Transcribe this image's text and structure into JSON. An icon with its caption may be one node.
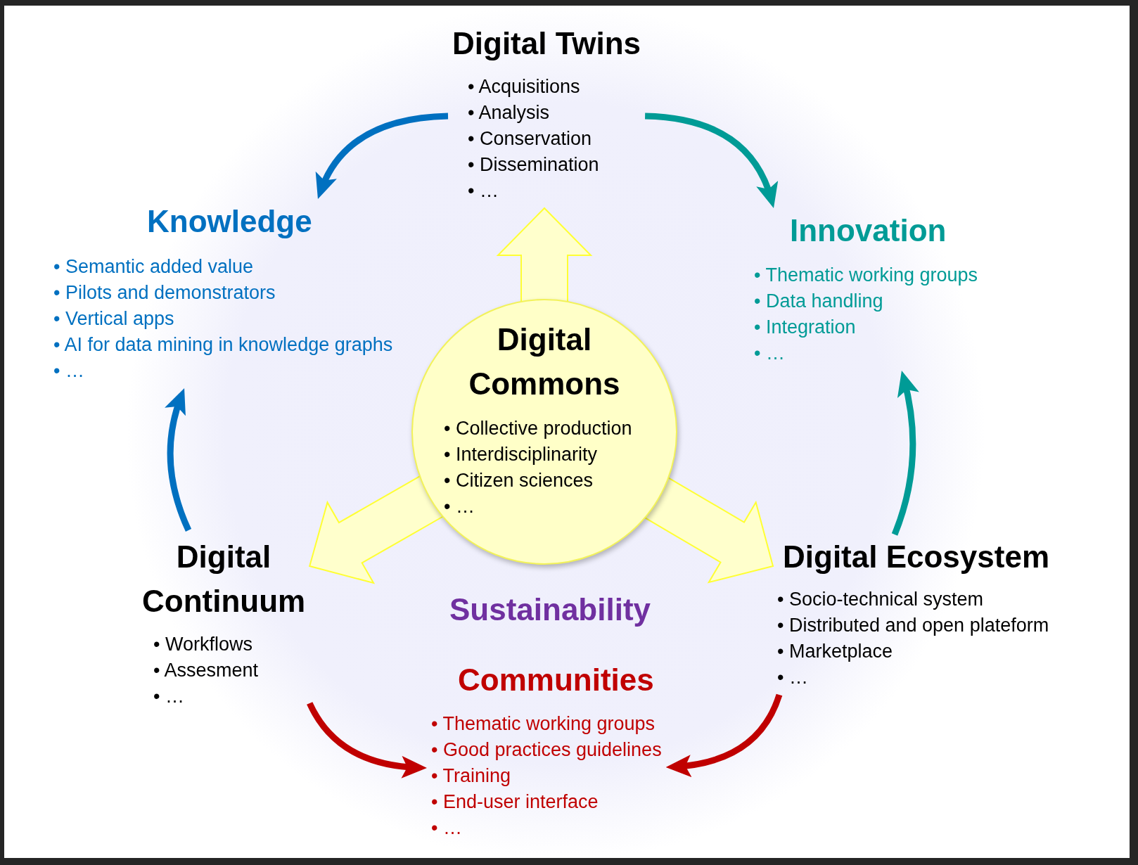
{
  "diagram": {
    "nodes": [
      {
        "text": [
          "Digital Twins",
          "• Acquisitions",
          "• Analysis",
          "• Conservation",
          "• Dissemination",
          "• …"
        ]
      },
      {
        "text": [
          "Knowledge",
          "• Semantic added value",
          "• Pilots and demonstrators",
          "• Vertical apps",
          "• AI for data mining in knowledge graphs",
          "• …"
        ]
      },
      {
        "text": [
          "Innovation",
          "• Thematic working groups",
          "• Data handling",
          "• Integration",
          "• …"
        ]
      },
      {
        "text": [
          "Digital Commons",
          "• Collective production",
          "• Interdisciplinarity",
          "• Citizen sciences",
          "• …"
        ]
      },
      {
        "text": [
          "Digital Continuum",
          "• Workflows",
          "• Assesment",
          "• …"
        ]
      },
      {
        "text": [
          "Digital Ecosystem",
          "• Socio-technical system",
          "• Distributed and open plateform",
          "• Marketplace",
          "• …"
        ]
      },
      {
        "text": [
          "Communities",
          "• Thematic working groups",
          "• Good practices guidelines",
          "• Training",
          "• End-user interface",
          "• …"
        ]
      }
    ],
    "edges": [
      {
        "from": 0,
        "to": 1,
        "arrow": "to",
        "color": "#0070c0"
      },
      {
        "from": 0,
        "to": 2,
        "arrow": "to",
        "color": "#009b96"
      },
      {
        "from": 3,
        "to": 0,
        "arrow": "to",
        "style": "thick",
        "color": "#ffffcc"
      },
      {
        "from": 4,
        "to": 1,
        "arrow": "to",
        "color": "#0070c0"
      },
      {
        "from": 5,
        "to": 2,
        "arrow": "to",
        "color": "#009b96"
      },
      {
        "from": 3,
        "to": 4,
        "arrow": "to",
        "style": "thick",
        "color": "#ffffcc"
      },
      {
        "from": 3,
        "to": 5,
        "arrow": "to",
        "style": "thick",
        "color": "#ffffcc"
      },
      {
        "from": 4,
        "to": 6,
        "arrow": "to",
        "color": "#c00000"
      },
      {
        "from": 5,
        "to": 6,
        "arrow": "to",
        "color": "#c00000"
      }
    ],
    "labels": [
      "Sustainability"
    ]
  }
}
